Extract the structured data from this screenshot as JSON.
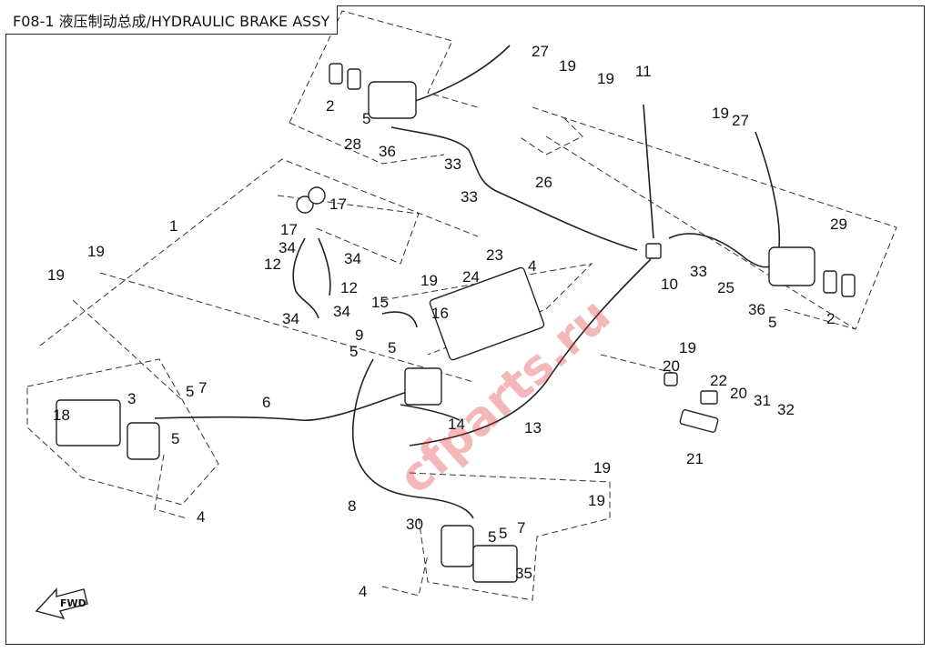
{
  "title": "F08-1 液压制动总成/HYDRAULIC BRAKE ASSY",
  "watermark": "cfparts.ru",
  "fwd_label": "FWD",
  "callouts": [
    {
      "id": "c27a",
      "text": "27"
    },
    {
      "id": "c19a",
      "text": "19"
    },
    {
      "id": "c19b",
      "text": "19"
    },
    {
      "id": "c11",
      "text": "11"
    },
    {
      "id": "c2a",
      "text": "2"
    },
    {
      "id": "c5a",
      "text": "5"
    },
    {
      "id": "c28",
      "text": "28"
    },
    {
      "id": "c36a",
      "text": "36"
    },
    {
      "id": "c33a",
      "text": "33"
    },
    {
      "id": "c33b",
      "text": "33"
    },
    {
      "id": "c26",
      "text": "26"
    },
    {
      "id": "c19c",
      "text": "19"
    },
    {
      "id": "c27b",
      "text": "27"
    },
    {
      "id": "c29",
      "text": "29"
    },
    {
      "id": "c33c",
      "text": "33"
    },
    {
      "id": "c25",
      "text": "25"
    },
    {
      "id": "c36b",
      "text": "36"
    },
    {
      "id": "c5b",
      "text": "5"
    },
    {
      "id": "c2b",
      "text": "2"
    },
    {
      "id": "c10",
      "text": "10"
    },
    {
      "id": "c1",
      "text": "1"
    },
    {
      "id": "c17a",
      "text": "17"
    },
    {
      "id": "c17b",
      "text": "17"
    },
    {
      "id": "c34a",
      "text": "34"
    },
    {
      "id": "c34b",
      "text": "34"
    },
    {
      "id": "c12a",
      "text": "12"
    },
    {
      "id": "c12b",
      "text": "12"
    },
    {
      "id": "c34c",
      "text": "34"
    },
    {
      "id": "c34d",
      "text": "34"
    },
    {
      "id": "c19d",
      "text": "19"
    },
    {
      "id": "c19e",
      "text": "19"
    },
    {
      "id": "c23",
      "text": "23"
    },
    {
      "id": "c24",
      "text": "24"
    },
    {
      "id": "c4a",
      "text": "4"
    },
    {
      "id": "c15",
      "text": "15"
    },
    {
      "id": "c16",
      "text": "16"
    },
    {
      "id": "c9",
      "text": "9"
    },
    {
      "id": "c5c",
      "text": "5"
    },
    {
      "id": "c5d",
      "text": "5"
    },
    {
      "id": "c19f",
      "text": "19"
    },
    {
      "id": "c20a",
      "text": "20"
    },
    {
      "id": "c22",
      "text": "22"
    },
    {
      "id": "c20b",
      "text": "20"
    },
    {
      "id": "c31",
      "text": "31"
    },
    {
      "id": "c32",
      "text": "32"
    },
    {
      "id": "c3",
      "text": "3"
    },
    {
      "id": "c5e",
      "text": "5"
    },
    {
      "id": "c7a",
      "text": "7"
    },
    {
      "id": "c18",
      "text": "18"
    },
    {
      "id": "c6",
      "text": "6"
    },
    {
      "id": "c5f",
      "text": "5"
    },
    {
      "id": "c14",
      "text": "14"
    },
    {
      "id": "c13",
      "text": "13"
    },
    {
      "id": "c21",
      "text": "21"
    },
    {
      "id": "c4b",
      "text": "4"
    },
    {
      "id": "c8",
      "text": "8"
    },
    {
      "id": "c19g",
      "text": "19"
    },
    {
      "id": "c19h",
      "text": "19"
    },
    {
      "id": "c30",
      "text": "30"
    },
    {
      "id": "c5g",
      "text": "5"
    },
    {
      "id": "c5h",
      "text": "5"
    },
    {
      "id": "c7b",
      "text": "7"
    },
    {
      "id": "c35",
      "text": "35"
    },
    {
      "id": "c4c",
      "text": "4"
    },
    {
      "id": "c19i",
      "text": "19"
    }
  ]
}
